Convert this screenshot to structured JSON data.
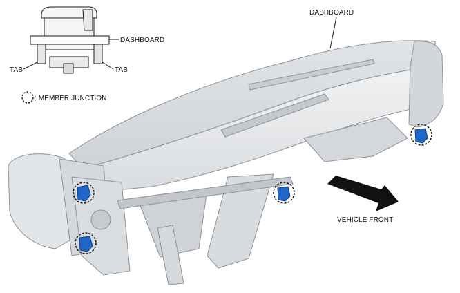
{
  "labels": {
    "dashboard_main": "DASHBOARD",
    "dashboard_inset": "DASHBOARD",
    "tab_left": "TAB",
    "tab_right": "TAB",
    "legend_text": ": MEMBER JUNCTION",
    "vehicle_front": "VEHICLE FRONT"
  },
  "colors": {
    "line": "#1a1a1a",
    "panel_light": "#eaecee",
    "panel_mid": "#d7dadd",
    "panel_dark": "#b9bdc1",
    "clip_blue": "#1e66c8",
    "clip_blue_dark": "#0f3f86",
    "arrow": "#111111"
  },
  "icons": {
    "legend": "dashed-circle-icon",
    "direction": "arrow-right-icon"
  }
}
